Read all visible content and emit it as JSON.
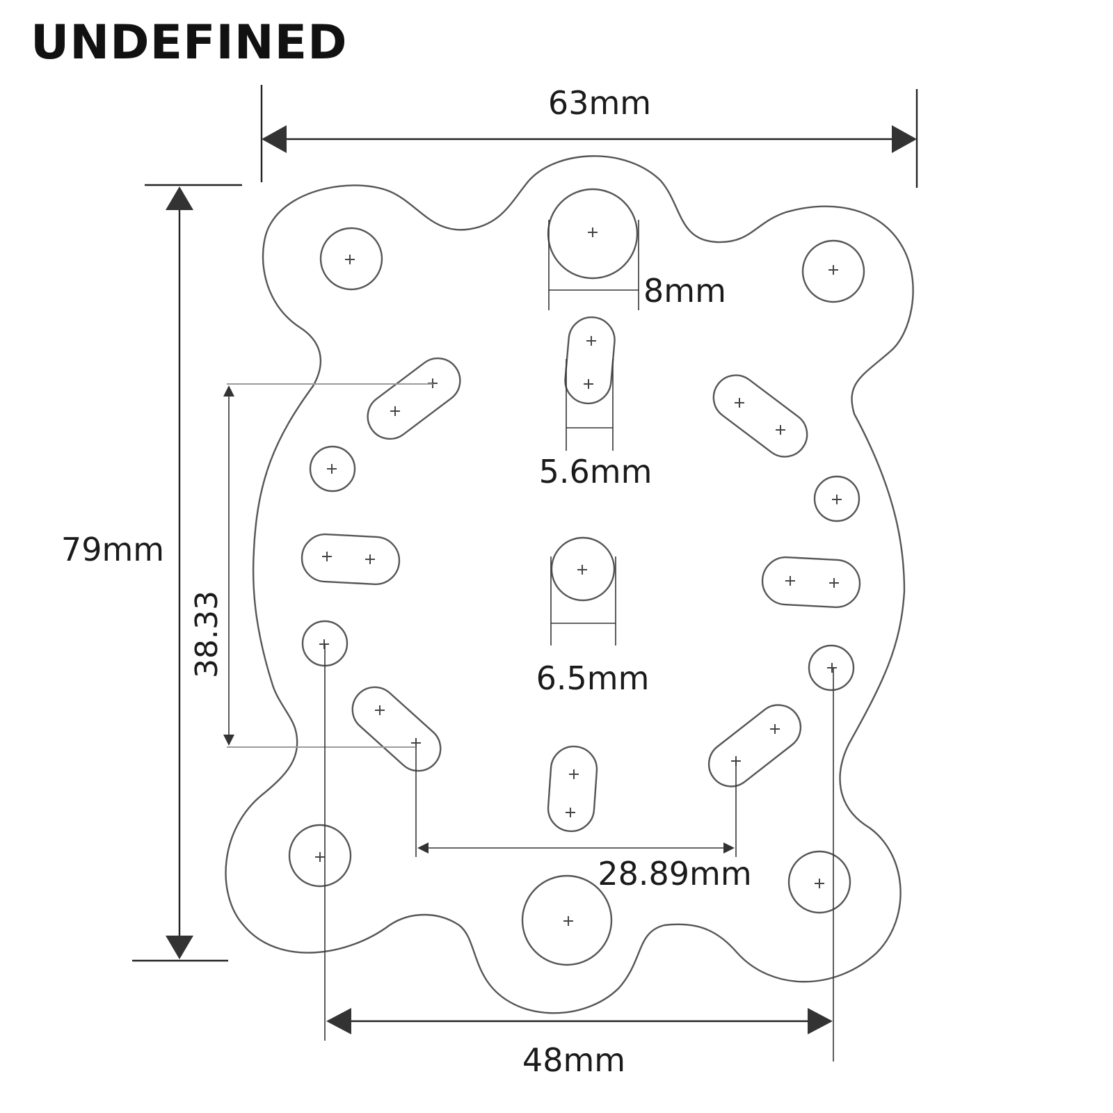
{
  "title": "UNDEFINED",
  "dimensions": {
    "width_top": "63mm",
    "height_left": "79mm",
    "slot_spacing_vertical": "38.33",
    "top_hole_diameter": "8mm",
    "slot_width": "5.6mm",
    "center_hole_diameter": "6.5mm",
    "slot_spacing_horizontal": "28.89mm",
    "hole_spacing_bottom": "48mm"
  },
  "colors": {
    "outline": "#555555",
    "dimension_lines": "#222222",
    "extension_lines_grey": "#9a9a9a",
    "text": "#1a1a1a"
  }
}
